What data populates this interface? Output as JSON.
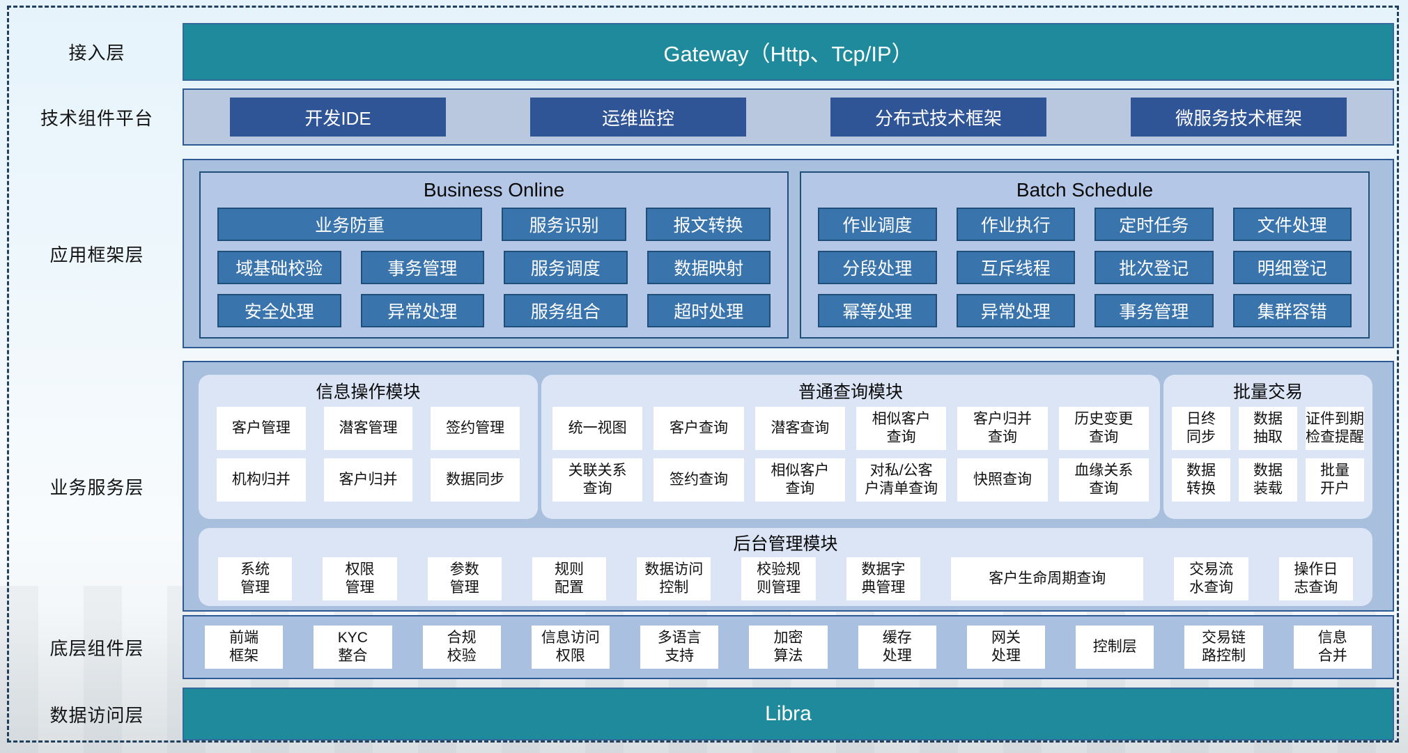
{
  "colors": {
    "teal_bar": "#1E8A9C",
    "navy_button": "#2F5597",
    "steel_button": "#3A74AD",
    "band_fill": "#A9BFDE",
    "inner_panel_fill": "#B4C7E7",
    "module_panel_fill": "#DBE5F6",
    "dark_border": "#2E5A94",
    "dashed_frame": "#20405E"
  },
  "access_layer": {
    "label": "接入层",
    "gateway_title": "Gateway（Http、Tcp/IP）"
  },
  "tech_layer": {
    "label": "技术组件平台",
    "items": [
      "开发IDE",
      "运维监控",
      "分布式技术框架",
      "微服务技术框架"
    ]
  },
  "framework_layer": {
    "label": "应用框架层",
    "business_online": {
      "title": "Business Online",
      "row1": [
        "业务防重",
        "服务识别",
        "报文转换"
      ],
      "row2": [
        "域基础校验",
        "事务管理",
        "服务调度",
        "数据映射"
      ],
      "row3": [
        "安全处理",
        "异常处理",
        "服务组合",
        "超时处理"
      ]
    },
    "batch_schedule": {
      "title": "Batch Schedule",
      "row1": [
        "作业调度",
        "作业执行",
        "定时任务",
        "文件处理"
      ],
      "row2": [
        "分段处理",
        "互斥线程",
        "批次登记",
        "明细登记"
      ],
      "row3": [
        "幂等处理",
        "异常处理",
        "事务管理",
        "集群容错"
      ]
    }
  },
  "service_layer": {
    "label": "业务服务层",
    "info_module": {
      "title": "信息操作模块",
      "row1": [
        "客户管理",
        "潜客管理",
        "签约管理"
      ],
      "row2": [
        "机构归并",
        "客户归并",
        "数据同步"
      ]
    },
    "query_module": {
      "title": "普通查询模块",
      "row1": [
        "统一视图",
        "客户查询",
        "潜客查询",
        "相似客户\n查询",
        "客户归并\n查询",
        "历史变更\n查询"
      ],
      "row2": [
        "关联关系\n查询",
        "签约查询",
        "相似客户\n查询",
        "对私/公客\n户清单查询",
        "快照查询",
        "血缘关系\n查询"
      ]
    },
    "batch_module": {
      "title": "批量交易",
      "row1": [
        "日终\n同步",
        "数据\n抽取",
        "证件到期\n检查提醒"
      ],
      "row2": [
        "数据\n转换",
        "数据\n装载",
        "批量\n开户"
      ]
    },
    "admin_module": {
      "title": "后台管理模块",
      "items": [
        "系统\n管理",
        "权限\n管理",
        "参数\n管理",
        "规则\n配置",
        "数据访问\n控制",
        "校验规\n则管理",
        "数据字\n典管理",
        "客户生命周期查询",
        "交易流\n水查询",
        "操作日\n志查询"
      ]
    }
  },
  "bottom_layer": {
    "label": "底层组件层",
    "items": [
      "前端\n框架",
      "KYC\n整合",
      "合规\n校验",
      "信息访问\n权限",
      "多语言\n支持",
      "加密\n算法",
      "缓存\n处理",
      "网关\n处理",
      "控制层",
      "交易链\n路控制",
      "信息\n合并"
    ]
  },
  "data_layer": {
    "label": "数据访问层",
    "title": "Libra"
  }
}
